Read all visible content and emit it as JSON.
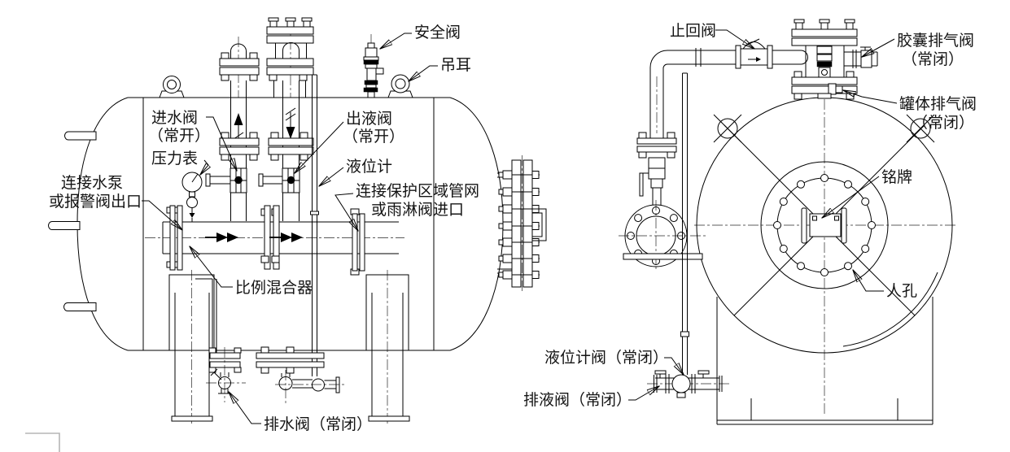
{
  "colors": {
    "line": "#000000",
    "text": "#141414",
    "background": "#ffffff",
    "corner_mark": "#b5b5b5"
  },
  "side_view": {
    "labels": {
      "safety_valve": "安全阀",
      "lifting_lug": "吊耳",
      "inlet_valve_line1": "进水阀",
      "inlet_valve_line2": "（常开）",
      "pressure_gauge": "压力表",
      "outlet_valve_line1": "出液阀",
      "outlet_valve_line2": "（常开）",
      "level_gauge": "液位计",
      "pump_outlet_line1": "连接水泵",
      "pump_outlet_line2": "或报警阀出口",
      "network_inlet_line1": "连接保护区域管网",
      "network_inlet_line2": "或雨淋阀进口",
      "proportioner": "比例混合器",
      "drain_valve": "排水阀（常闭）"
    }
  },
  "end_view": {
    "labels": {
      "check_valve": "止回阀",
      "bladder_vent_line1": "胶囊排气阀",
      "bladder_vent_line2": "（常闭）",
      "tank_vent_line1": "罐体排气阀",
      "tank_vent_line2": "（常闭）",
      "nameplate": "铭牌",
      "manhole": "人孔",
      "level_gauge_valve": "液位计阀（常闭）",
      "liquid_drain_valve": "排液阀（常闭）"
    }
  }
}
